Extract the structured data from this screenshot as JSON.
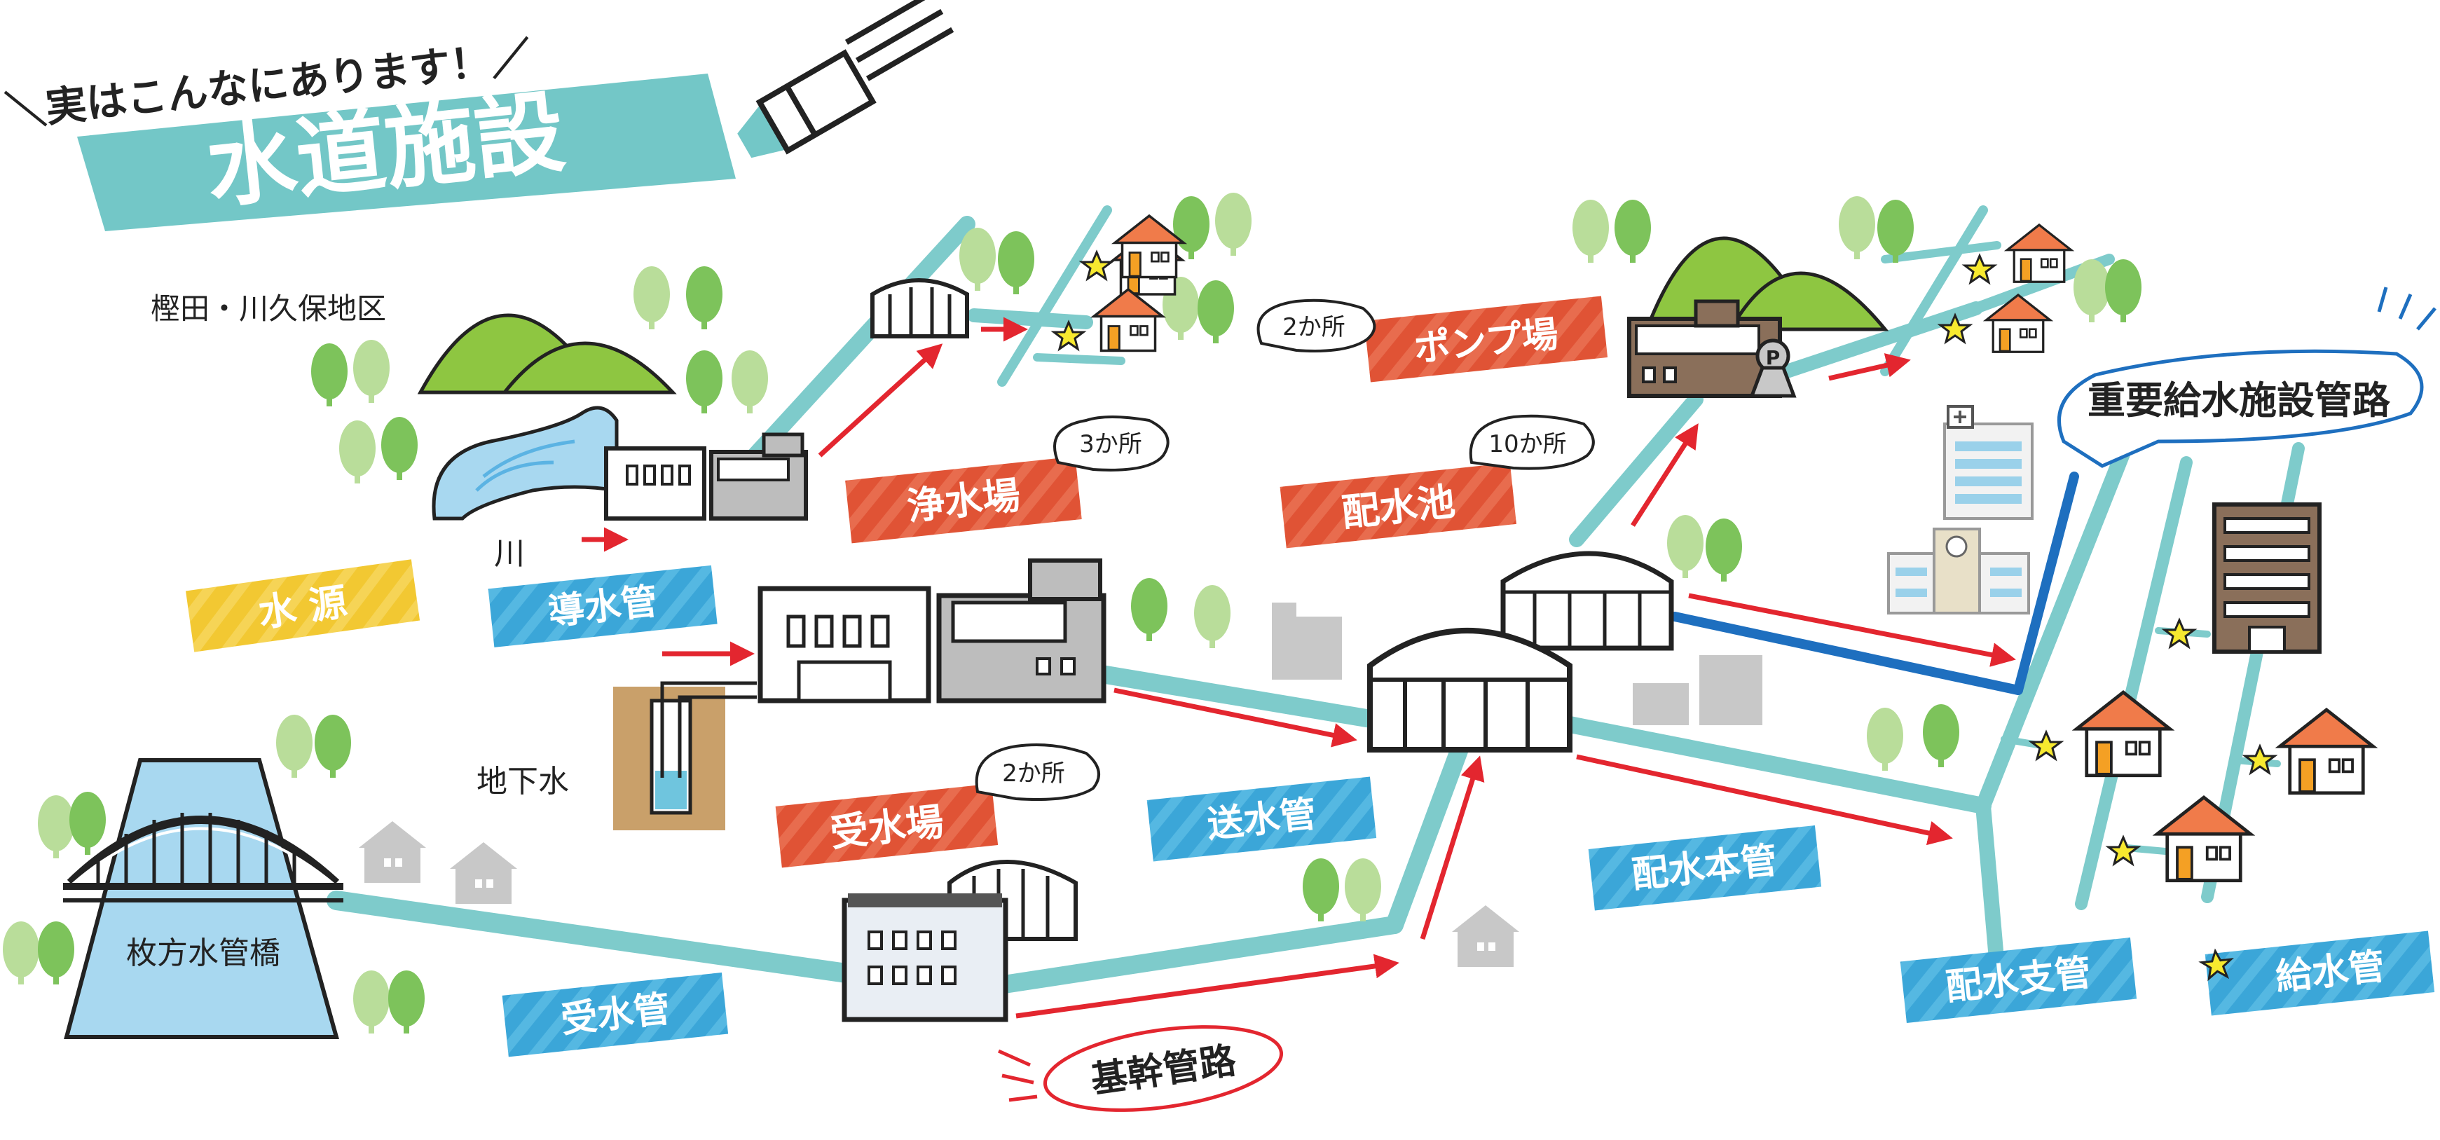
{
  "header": {
    "tagline": "＼実はこんなにあります！／",
    "title": "水道施設"
  },
  "colors": {
    "teal_pipe": "#7ecbcb",
    "label_blue": "#3ba6d8",
    "label_red": "#e05335",
    "label_yellow": "#f2c832",
    "main_pipe_blue": "#1e6fbf",
    "arrow_red": "#e3262f",
    "mountain_green": "#8ec641",
    "tree_green": "#7dc35b",
    "water_blue": "#a8d8f0",
    "house_roof": "#f07b4a",
    "star_yellow": "#f7e92f"
  },
  "places": {
    "area": "樫田・川久保地区",
    "river": "川",
    "groundwater": "地下水",
    "bridge": "枚方水管橋"
  },
  "labels": {
    "water_source": "水 源",
    "intake_pipe": "導水管",
    "purification": "浄水場",
    "receiving_station": "受水場",
    "receiving_pipe": "受水管",
    "transmission_pipe": "送水管",
    "distribution_reservoir": "配水池",
    "pump_station": "ポンプ場",
    "distribution_main": "配水本管",
    "distribution_branch": "配水支管",
    "service_pipe": "給水管",
    "trunk_pipeline": "基幹管路",
    "priority_pipeline": "重要給水施設管路"
  },
  "counts": {
    "purification": "3か所",
    "receiving_station": "2か所",
    "reservoir": "10か所",
    "pump_station": "2か所"
  },
  "icons": [
    "mountain-icon",
    "tree-icon",
    "house-icon",
    "star-icon",
    "hospital-icon",
    "school-icon",
    "water-tank-icon",
    "factory-icon",
    "pump-icon",
    "bridge-icon",
    "marker-pen-icon"
  ]
}
